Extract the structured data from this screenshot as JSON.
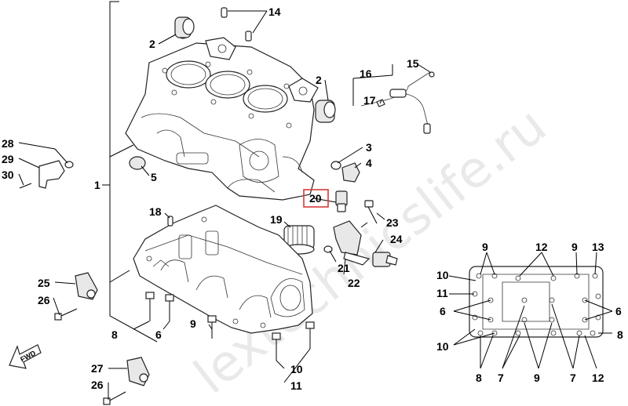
{
  "watermark": "lextechnicslife.ru",
  "fwd_label": "FWD",
  "highlight_color": "#d63a3a",
  "callouts": {
    "c1": "1",
    "c2a": "2",
    "c2b": "2",
    "c3": "3",
    "c4": "4",
    "c5": "5",
    "c6a": "6",
    "c6b": "6",
    "c6c": "6",
    "c7a": "7",
    "c7b": "7",
    "c8a": "8",
    "c8b": "8",
    "c8c": "8",
    "c9a": "9",
    "c9b": "9",
    "c9c": "9",
    "c9d": "9",
    "c10a": "10",
    "c10b": "10",
    "c10c": "10",
    "c11a": "11",
    "c11b": "11",
    "c12a": "12",
    "c12b": "12",
    "c13": "13",
    "c14": "14",
    "c15": "15",
    "c16": "16",
    "c17": "17",
    "c18": "18",
    "c19": "19",
    "c20": "20",
    "c21": "21",
    "c22": "22",
    "c23": "23",
    "c24": "24",
    "c25": "25",
    "c26a": "26",
    "c26b": "26",
    "c27": "27",
    "c28": "28",
    "c29": "29",
    "c30": "30"
  }
}
